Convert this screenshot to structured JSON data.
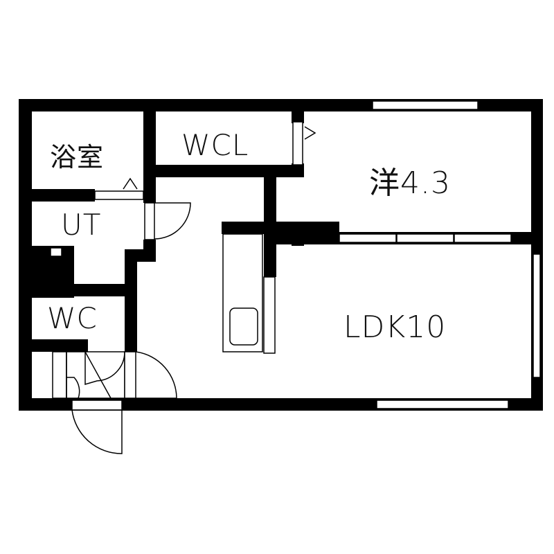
{
  "diagram": {
    "type": "floor-plan",
    "wall_color": "#000000",
    "background_color": "#ffffff",
    "rooms": [
      {
        "id": "bath",
        "label": "浴室"
      },
      {
        "id": "wcl",
        "label": "WCL"
      },
      {
        "id": "western-room",
        "label": "洋4.3"
      },
      {
        "id": "ut",
        "label": "UT"
      },
      {
        "id": "wc",
        "label": "WC"
      },
      {
        "id": "ldk",
        "label": "LDK10"
      }
    ]
  }
}
